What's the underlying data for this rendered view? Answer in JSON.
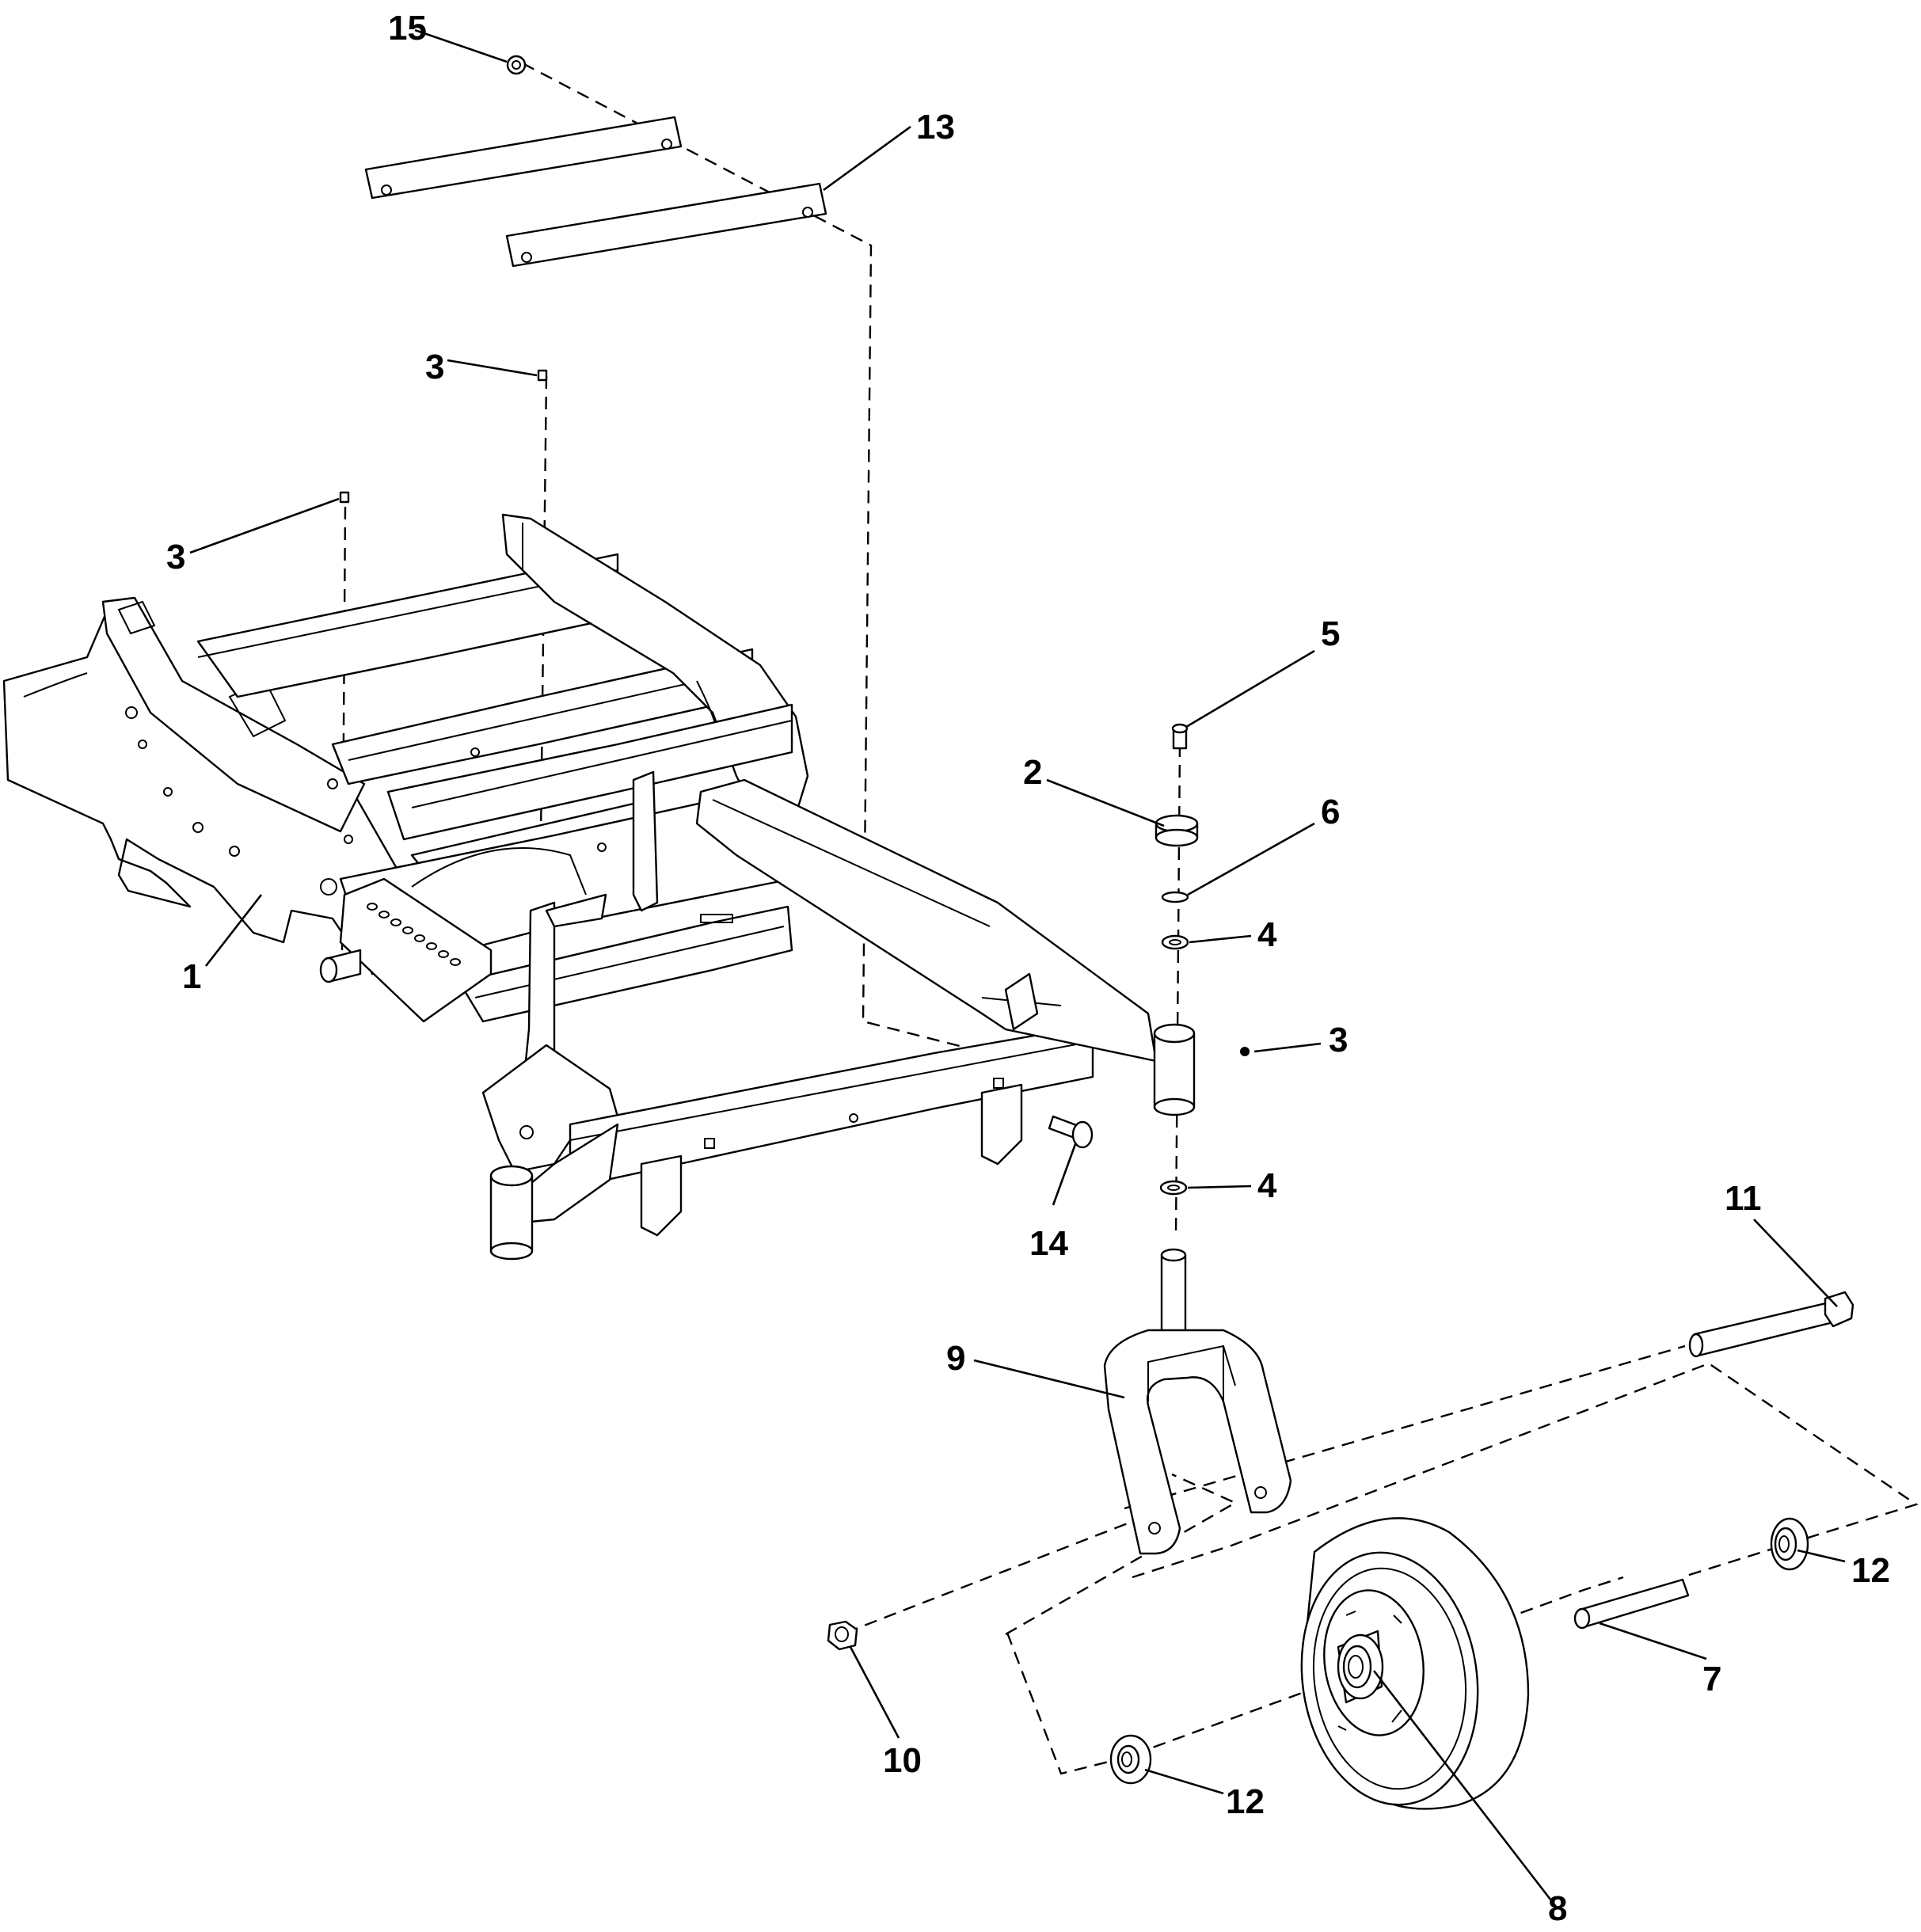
{
  "callouts": {
    "c1": "1",
    "c2": "2",
    "c3a": "3",
    "c3b": "3",
    "c3c": "3",
    "c4a": "4",
    "c4b": "4",
    "c5": "5",
    "c6": "6",
    "c7": "7",
    "c8": "8",
    "c9": "9",
    "c10": "10",
    "c11": "11",
    "c12a": "12",
    "c12b": "12",
    "c13": "13",
    "c14": "14",
    "c15": "15"
  },
  "colors": {
    "line": "#000000",
    "background": "#ffffff"
  }
}
